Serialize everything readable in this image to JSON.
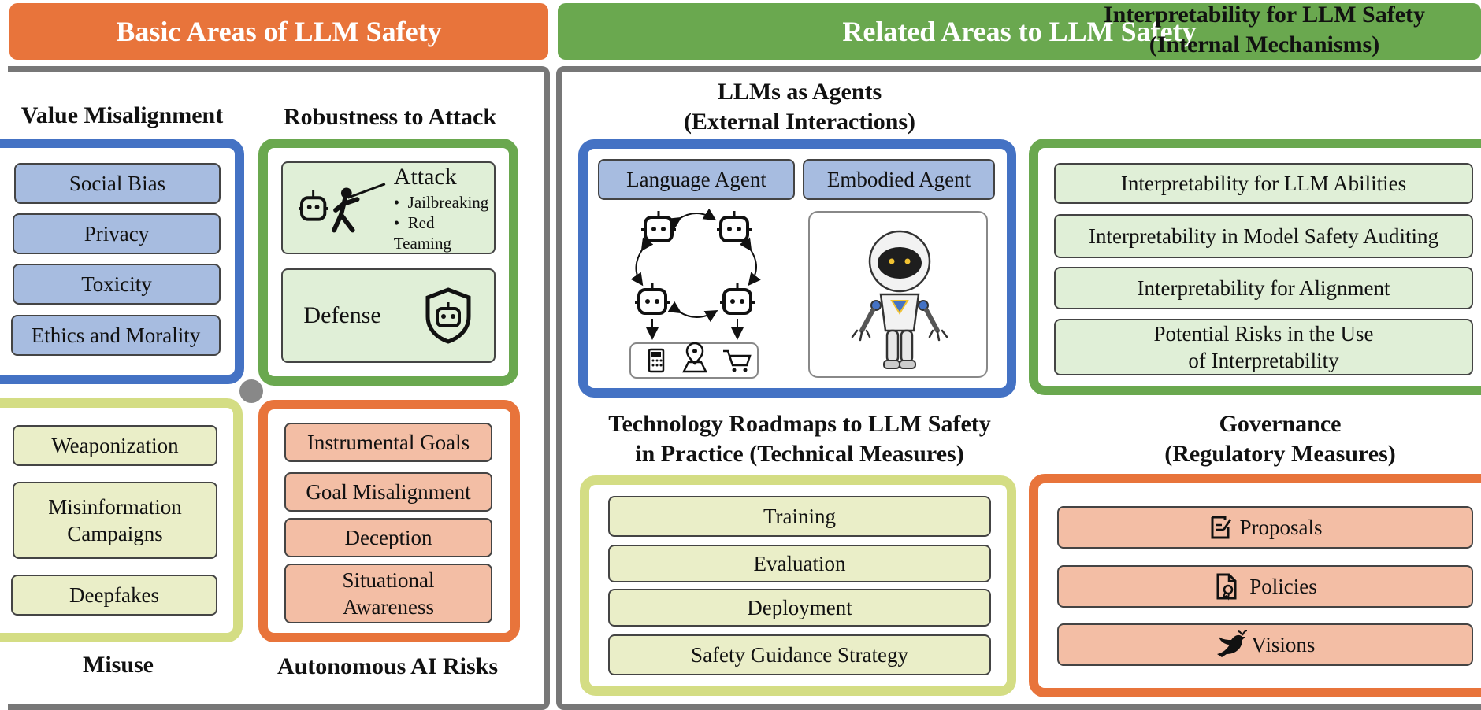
{
  "left": {
    "header": "Basic Areas of LLM Safety",
    "value_misalignment": {
      "title": "Value Misalignment",
      "items": [
        "Social Bias",
        "Privacy",
        "Toxicity",
        "Ethics and Morality"
      ]
    },
    "robustness": {
      "title": "Robustness to Attack",
      "attack_label": "Attack",
      "attack_bullets": [
        "Jailbreaking",
        "Red Teaming"
      ],
      "defense_label": "Defense"
    },
    "misuse": {
      "title": "Misuse",
      "items": [
        "Weaponization",
        "Misinformation Campaigns",
        "Deepfakes"
      ]
    },
    "autonomous": {
      "title": "Autonomous AI Risks",
      "items": [
        "Instrumental Goals",
        "Goal Misalignment",
        "Deception",
        "Situational Awareness"
      ]
    }
  },
  "right": {
    "header": "Related Areas to LLM Safety",
    "agents": {
      "title_line1": "LLMs as Agents",
      "title_line2": "(External Interactions)",
      "tabs": [
        "Language Agent",
        "Embodied Agent"
      ]
    },
    "interpretability": {
      "title_line1": "Interpretability for LLM Safety",
      "title_line2": "(Internal Mechanisms)",
      "items": [
        "Interpretability for LLM Abilities",
        "Interpretability in Model Safety Auditing",
        "Interpretability for Alignment",
        "Potential Risks in the Use of Interpretability"
      ]
    },
    "roadmaps": {
      "title_line1": "Technology Roadmaps to LLM Safety",
      "title_line2": "in Practice (Technical Measures)",
      "items": [
        "Training",
        "Evaluation",
        "Deployment",
        "Safety Guidance Strategy"
      ]
    },
    "governance": {
      "title_line1": "Governance",
      "title_line2": "(Regulatory Measures)",
      "items": [
        "Proposals",
        "Policies",
        "Visions"
      ]
    }
  },
  "colors": {
    "orange": "#e8743b",
    "green": "#6aa84f",
    "blue": "#4472c4",
    "yellow_green": "#d4dd84",
    "gray": "#777777"
  }
}
